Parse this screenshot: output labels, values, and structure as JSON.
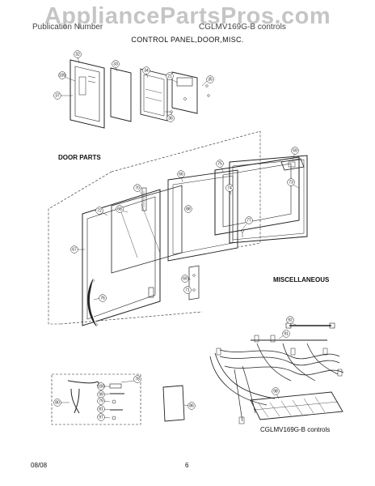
{
  "watermark": "AppliancePartsPros.com",
  "header": {
    "left": "Publication Number",
    "right": "CGLMV169G-B controls",
    "title": "CONTROL PANEL,DOOR,MISC."
  },
  "sections": {
    "door_parts": "DOOR  PARTS",
    "miscellaneous": "MISCELLANEOUS"
  },
  "model_caption": "CGLMV169G-B controls",
  "footer": {
    "date": "08/08",
    "page": "6"
  },
  "callouts": [
    {
      "id": "c1",
      "text": "32"
    },
    {
      "id": "c2",
      "text": "33"
    },
    {
      "id": "c3",
      "text": "34"
    },
    {
      "id": "c4",
      "text": "21"
    },
    {
      "id": "c5",
      "text": "35"
    },
    {
      "id": "c6",
      "text": "105"
    },
    {
      "id": "c7",
      "text": "37"
    },
    {
      "id": "c8",
      "text": "36"
    },
    {
      "id": "c9",
      "text": "59"
    },
    {
      "id": "c10",
      "text": "66"
    },
    {
      "id": "c11",
      "text": "75"
    },
    {
      "id": "c12",
      "text": "74"
    },
    {
      "id": "c13",
      "text": "73"
    },
    {
      "id": "c14",
      "text": "72"
    },
    {
      "id": "c15",
      "text": "68"
    },
    {
      "id": "c16",
      "text": "70"
    },
    {
      "id": "c17",
      "text": "77"
    },
    {
      "id": "c18",
      "text": "67"
    },
    {
      "id": "c19",
      "text": "69"
    },
    {
      "id": "c20",
      "text": "71"
    },
    {
      "id": "c21",
      "text": "76"
    },
    {
      "id": "c22",
      "text": "92"
    },
    {
      "id": "c23",
      "text": "91"
    },
    {
      "id": "c24",
      "text": "98"
    },
    {
      "id": "c25",
      "text": "78"
    },
    {
      "id": "c26",
      "text": "100"
    },
    {
      "id": "c27",
      "text": "99"
    },
    {
      "id": "c28",
      "text": "80"
    },
    {
      "id": "c29",
      "text": "79"
    },
    {
      "id": "c30",
      "text": "81"
    },
    {
      "id": "c31",
      "text": "97"
    },
    {
      "id": "c32",
      "text": "86"
    },
    {
      "id": "c33",
      "text": "88"
    }
  ]
}
